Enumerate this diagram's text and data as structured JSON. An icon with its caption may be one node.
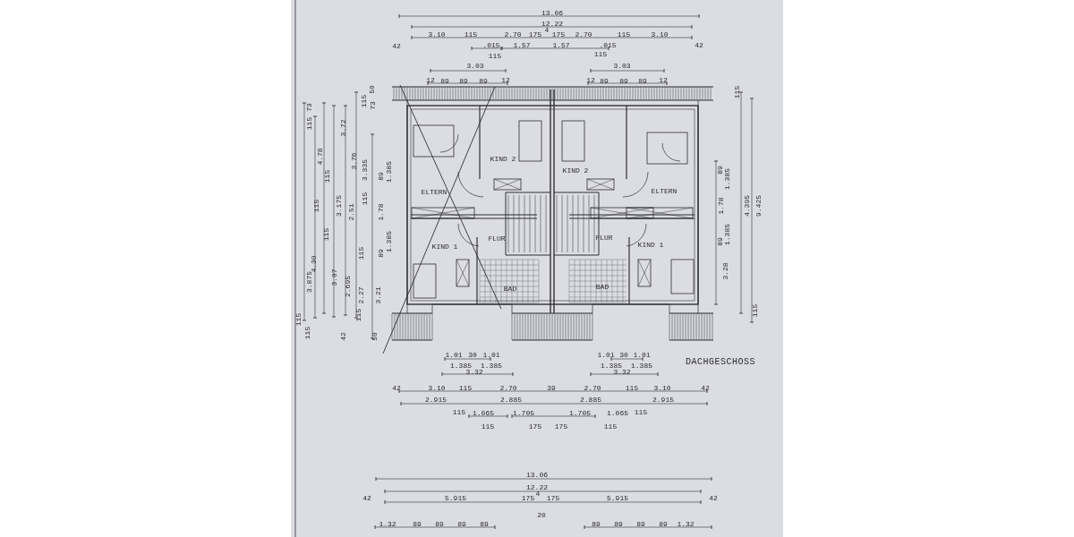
{
  "diagram": {
    "labels": [
      "13.06",
      "12.22",
      "3.10",
      "115",
      "2.70",
      "175",
      "4",
      "175",
      "2.70",
      "115",
      "3.10",
      "42",
      ".015",
      "1.57",
      "1.57",
      ".015",
      "42",
      "115",
      "115",
      "3.03",
      "3.03",
      "12",
      "89",
      "89",
      "89",
      "12",
      "12",
      "89",
      "89",
      "89",
      "12",
      "73",
      "115",
      "3.875",
      "115",
      "115",
      "4.78",
      "115",
      "4.30",
      "115",
      "3.175",
      "115",
      "3.07",
      "3.72",
      "2.51",
      "2.695",
      "115",
      "42",
      "115",
      "3.76",
      "3.335",
      "115",
      "115",
      "2.27",
      "50",
      "73",
      "89",
      "1.385",
      "1.78",
      "89",
      "1.385",
      "3.21",
      "50",
      "KIND 2",
      "KIND 2",
      "ELTERN",
      "ELTERN",
      "FLUR",
      "KIND 1",
      "FLUR",
      "KIND 1",
      "BAD",
      "BAD",
      "115",
      "89",
      "1.385",
      "1.78",
      "89",
      "1.385",
      "3.28",
      "4.395",
      "9.425",
      "115",
      "1.01",
      "30",
      "1.01",
      "1.385",
      "1.385",
      "1.01",
      "30",
      "1.01",
      "DACHGESCHOSS",
      "1.385",
      "1.385",
      "3.32",
      "3.32",
      "42",
      "3.10",
      "115",
      "2.70",
      "39",
      "2.70",
      "115",
      "3.10",
      "42",
      "2.915",
      "2.885",
      "2.885",
      "2.915",
      "115",
      "1.065",
      "1.705",
      "1.705",
      "1.065",
      "115",
      "115",
      "175",
      "175",
      "115",
      "13.06",
      "12.22",
      "42",
      "5.915",
      "175",
      "4",
      "175",
      "5.915",
      "42",
      "20",
      "1.32",
      "89",
      "89",
      "89",
      "89",
      "89",
      "89",
      "89",
      "89",
      "1.32"
    ]
  }
}
